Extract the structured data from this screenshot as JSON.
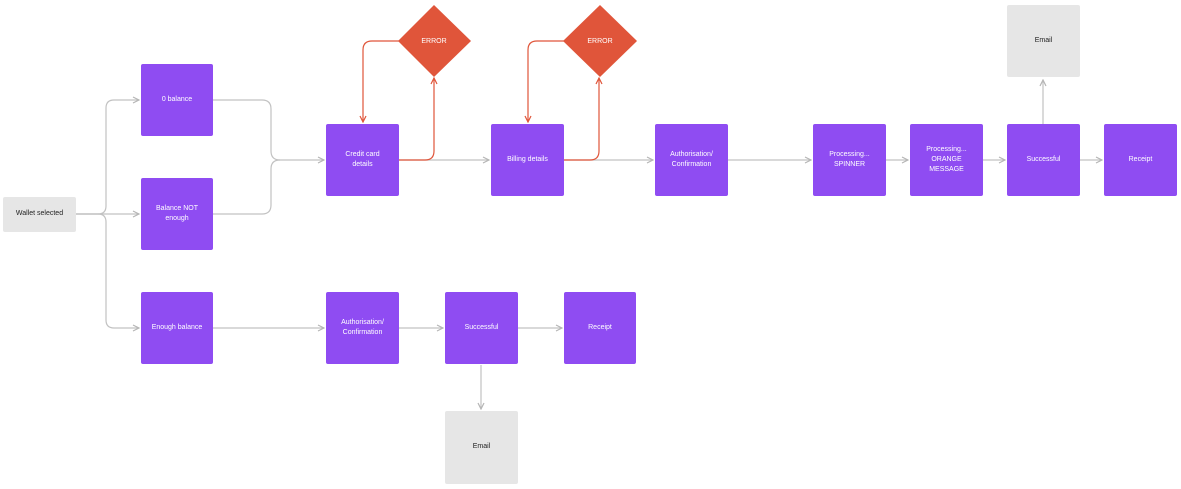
{
  "colors": {
    "process": "#8f4cf2",
    "terminal": "#e6e6e6",
    "error": "#e0553a",
    "connector": "#c2c2c2"
  },
  "nodes": {
    "wallet_selected": "Wallet selected",
    "zero_balance": "0 balance",
    "balance_not_enough": "Balance NOT\nenough",
    "enough_balance": "Enough balance",
    "credit_card_details": "Credit card\ndetails",
    "billing_details": "Billing details",
    "auth_top": "Authorisation/\nConfirmation",
    "processing_spinner": "Processing...\nSPINNER",
    "processing_orange": "Processing...\nORANGE\nMESSAGE",
    "successful_top": "Successful",
    "receipt_top": "Receipt",
    "email_top": "Email",
    "auth_bottom": "Authorisation/\nConfirmation",
    "successful_bottom": "Successful",
    "receipt_bottom": "Receipt",
    "email_bottom": "Email"
  },
  "errors": {
    "error_1": "ERROR",
    "error_2": "ERROR"
  }
}
